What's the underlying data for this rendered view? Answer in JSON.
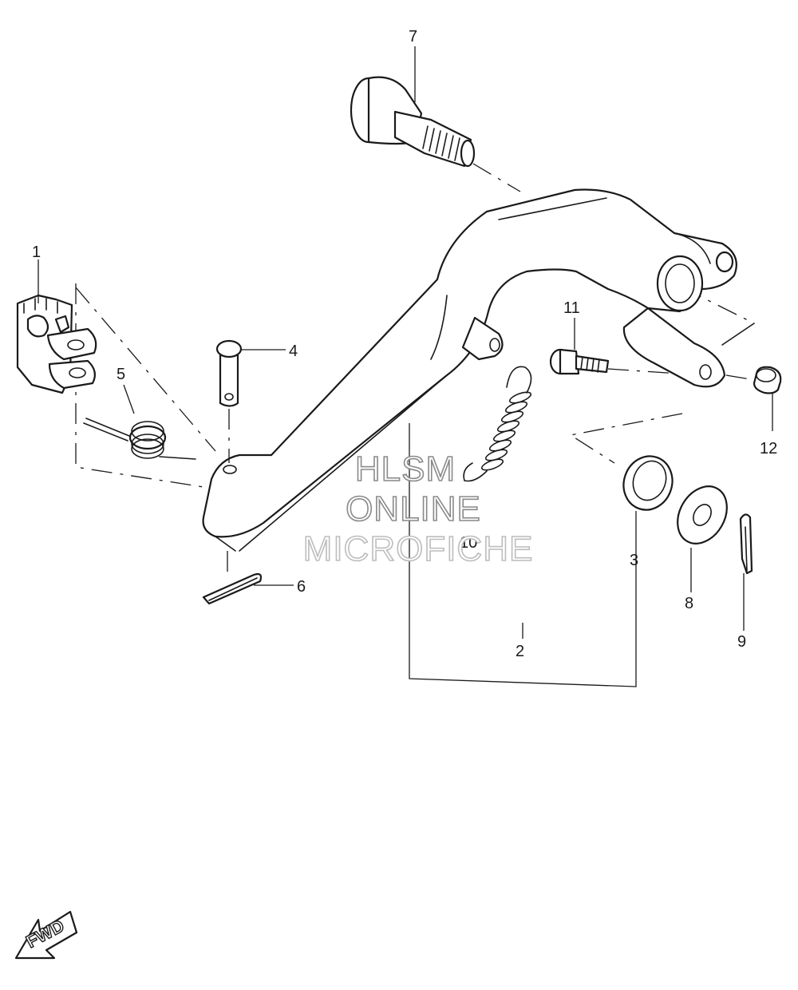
{
  "callouts": {
    "p1": "1",
    "p2": "2",
    "p3": "3",
    "p4": "4",
    "p5": "5",
    "p6": "6",
    "p7": "7",
    "p8": "8",
    "p9": "9",
    "p10": "10",
    "p11": "11",
    "p12": "12"
  },
  "watermark": {
    "line1": "HLSM",
    "line2": "ONLINE",
    "line3": "MICROFICHE"
  },
  "fwd_label": "FWD",
  "colors": {
    "line": "#1a1a1a",
    "background": "#ffffff",
    "watermark_outline": "#8a8a8a"
  }
}
